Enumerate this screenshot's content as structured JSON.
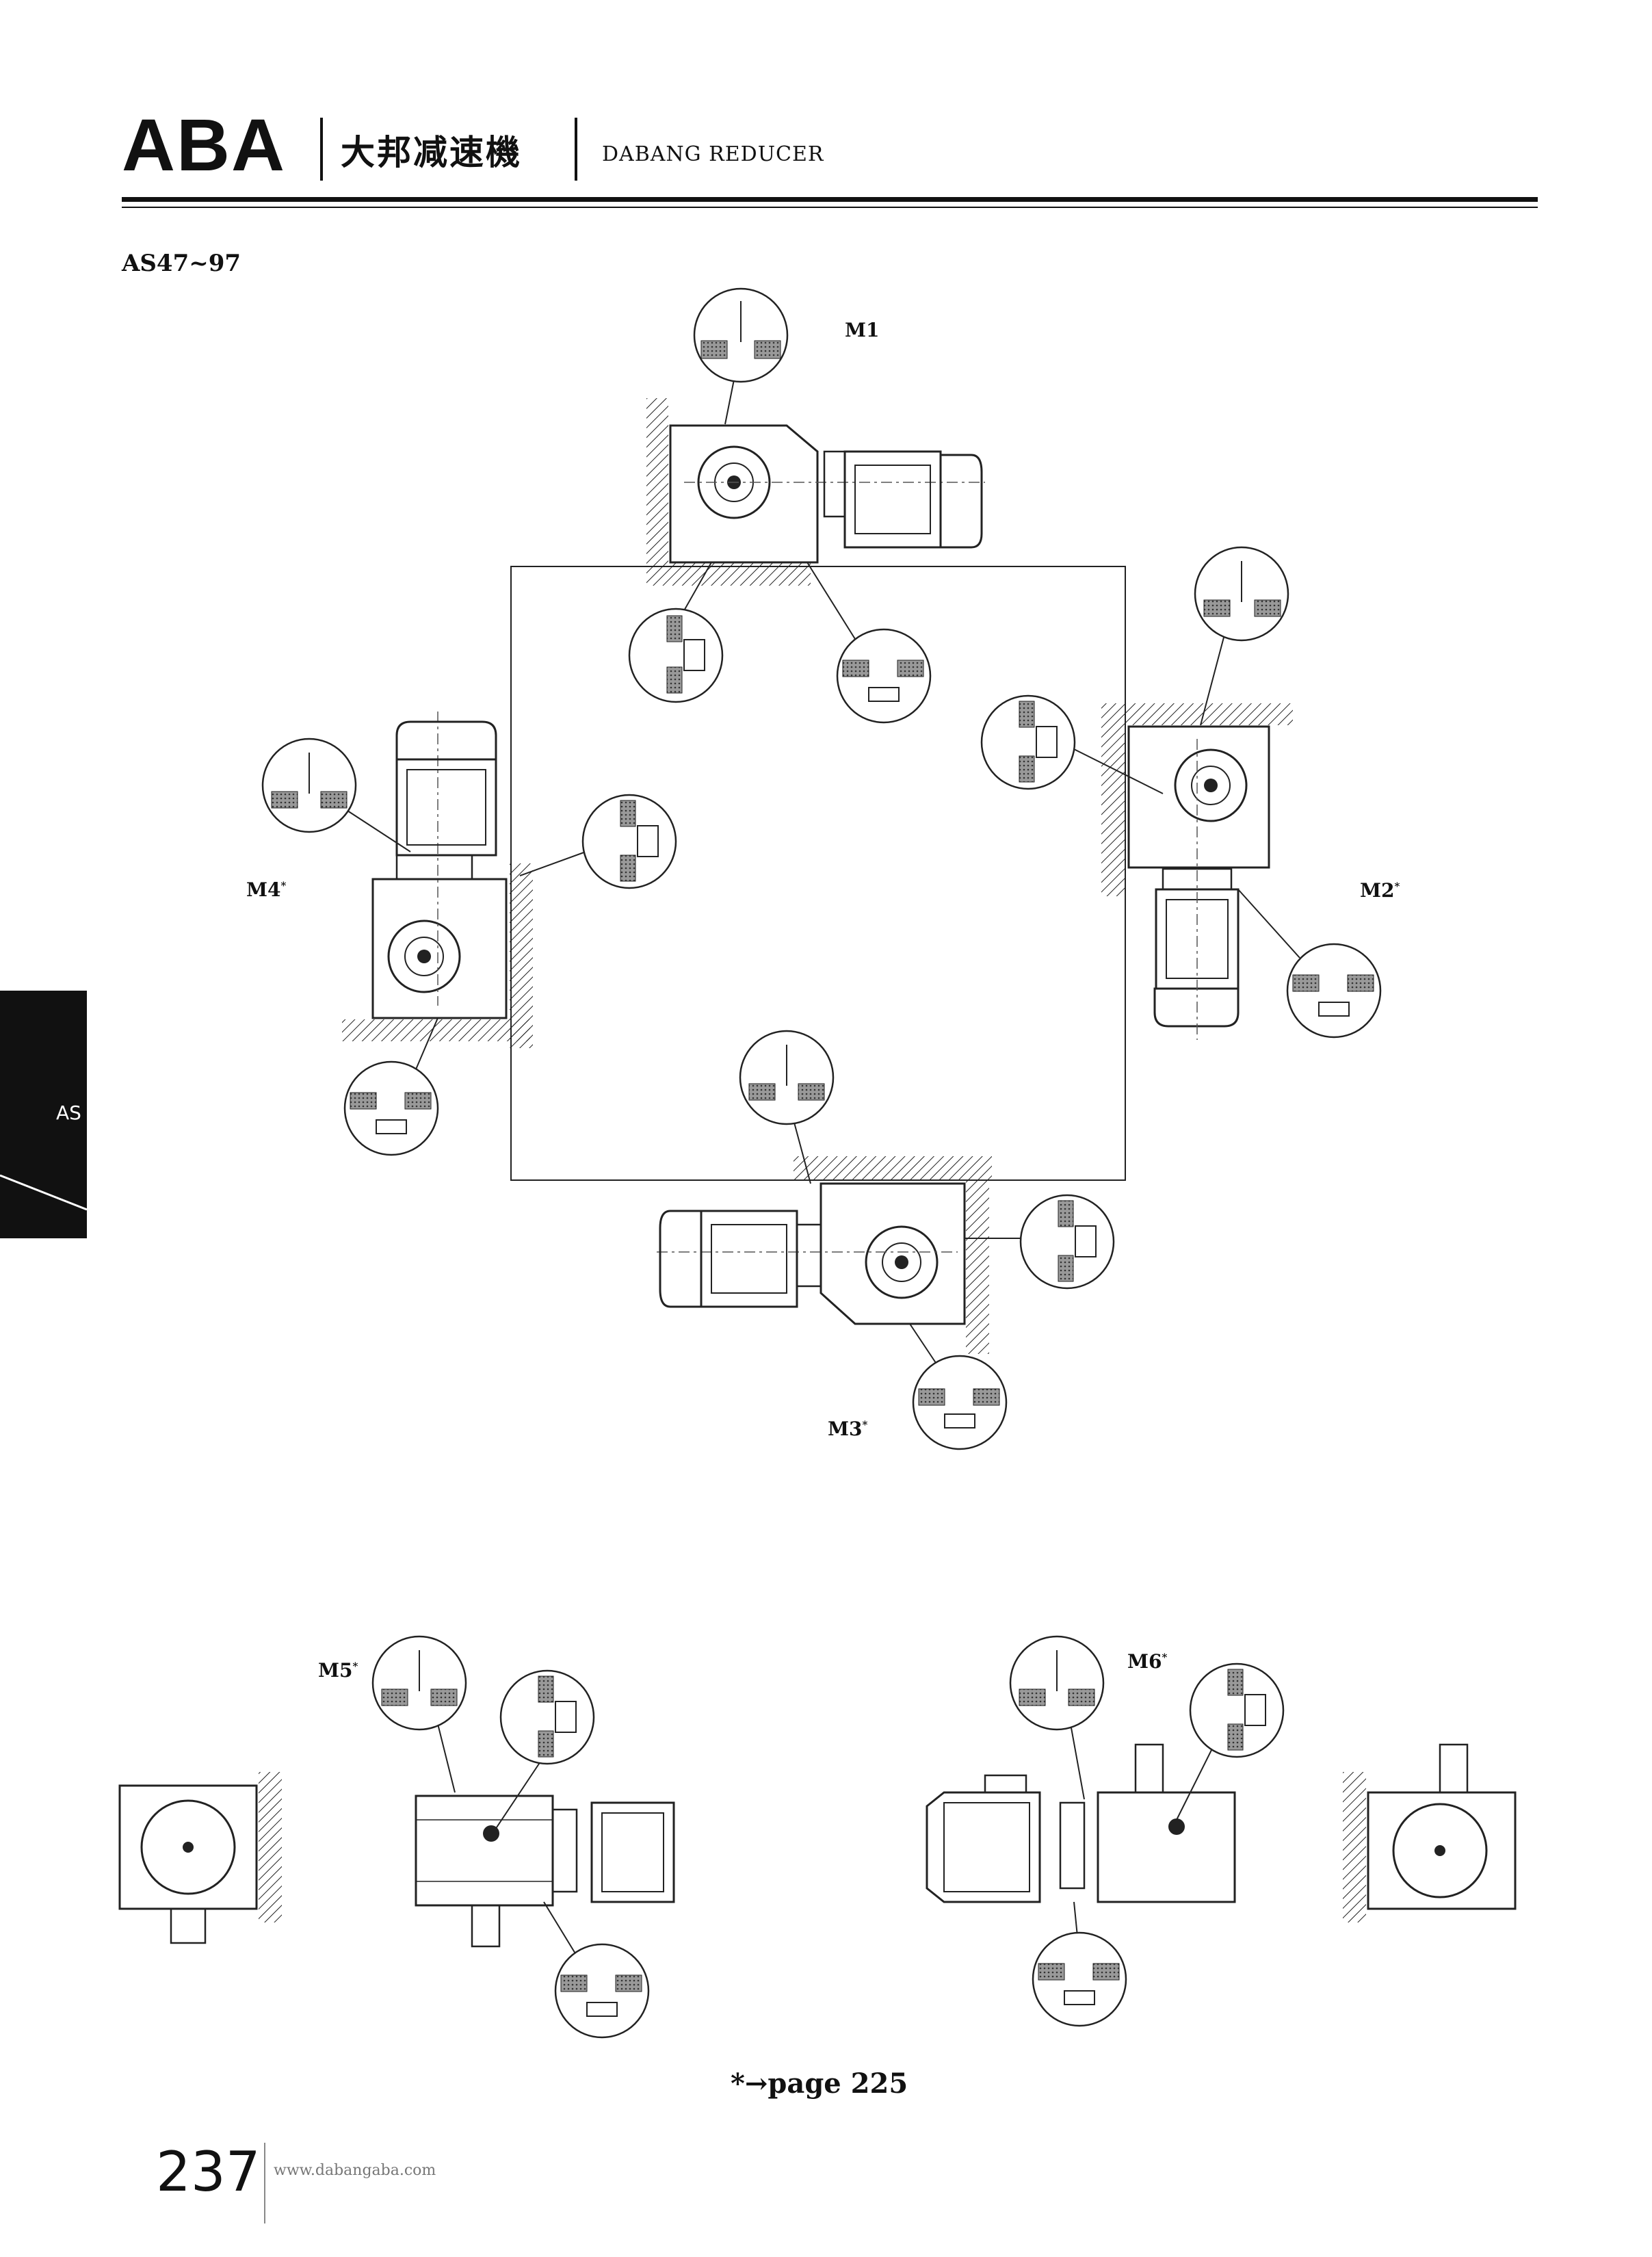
{
  "header": {
    "logo": "ABA",
    "cn_title": "大邦减速機",
    "en_title": "DABANG REDUCER"
  },
  "series": "AS47~97",
  "side_tab": "AS",
  "positions": {
    "m1": "M1",
    "m2": "M2",
    "m3": "M3",
    "m4": "M4",
    "m5": "M5",
    "m6": "M6",
    "star": "*"
  },
  "footnote": "*→page 225",
  "footer": {
    "page_number": "237",
    "website": "www.dabangaba.com"
  }
}
